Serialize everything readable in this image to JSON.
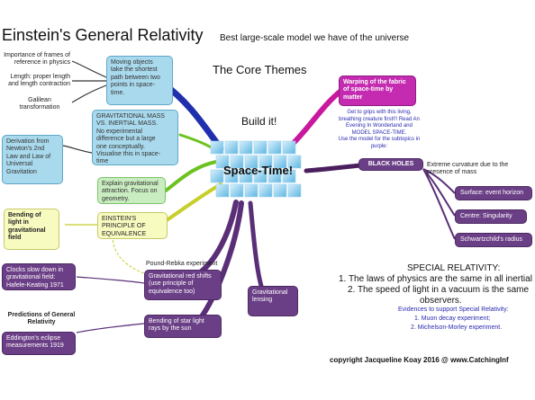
{
  "title": "Einstein's General Relativity",
  "subtitle": "Best large-scale model we have of the universe",
  "core_themes": "The Core Themes",
  "build_it": "Build it!",
  "center": "Space-Time!",
  "left_notes": {
    "frames": "Importance of frames of\nreference in physics",
    "length": "Length: proper length\nand length contraction",
    "galilean": "Galilean\ntransformation"
  },
  "boxes": {
    "moving_objects": "Moving objects\ntake the shortest\npath between two\npoints in space-\ntime.",
    "grav_mass": "GRAVITATIONAL MASS\nVS. INERTIAL MASS.\nNo experimental\ndifference but a large\none conceptually.\nVisualise this in space-\ntime",
    "derivation": "Derivation from\nNewton's 2nd\nLaw and Law of\nUniversal\nGravitation",
    "explain": "Explain gravitational\nattraction. Focus on\ngeometry.",
    "principle": "EINSTEIN'S\nPRINCIPLE OF\nEQUIVALENCE",
    "bending": "Bending of\nlight in\ngravitational\nfield",
    "clocks": "Clocks slow down in\ngravitational field:\nHafele-Keating 1971",
    "red_shifts": "Gravitational red shifts\n(use principle of\nequivalence too)",
    "lensing": "Gravitational\nlensing",
    "star_light": "Bending of star light\nrays by the sun",
    "eddington": "Eddington's eclipse\nmeasurements 1919",
    "warping": "Warping of the fabric\nof space-time by\nmatter",
    "black_holes": "BLACK HOLES",
    "event_horizon": "Surface: event horizon",
    "centre": "Centre: Singularity",
    "schwarzschild": "Schwartzchild's radius"
  },
  "pound_rebka": "Pound-Rebka experiment",
  "predictions": "Predictions of General\nRelativity",
  "grip_note": "Get to grips with this living,\nbreathing creature first!!! Read An\nEvening In Wonderland and\nMODEL SPACE-TIME.\nUse the model for the subtopics in\npurple:",
  "black_holes_note": "Extreme curvature due to the\npresence of mass",
  "special": {
    "heading": "SPECIAL RELATIVITY:",
    "line1": "1. The laws of physics are the same in all inertial",
    "line2": "2. The speed of light in a vacuum is the same",
    "line3": "observers.",
    "evidence_heading": "Evidences to support Special Relativity:",
    "ev1": "1. Muon decay experiment;",
    "ev2": "2. Michelson-Morley experiment."
  },
  "copyright": "copyright Jacqueline Koay 2016 @ www.CatchingInf",
  "colors": {
    "blue_branch": "#1f2fae",
    "green_branch": "#6cc21f",
    "yellow_branch": "#c8ce2a",
    "purple_branch": "#5a2f78",
    "pink_branch": "#c8189e",
    "black_branch": "#4a1f5e",
    "cube": "#7fc6ea"
  }
}
